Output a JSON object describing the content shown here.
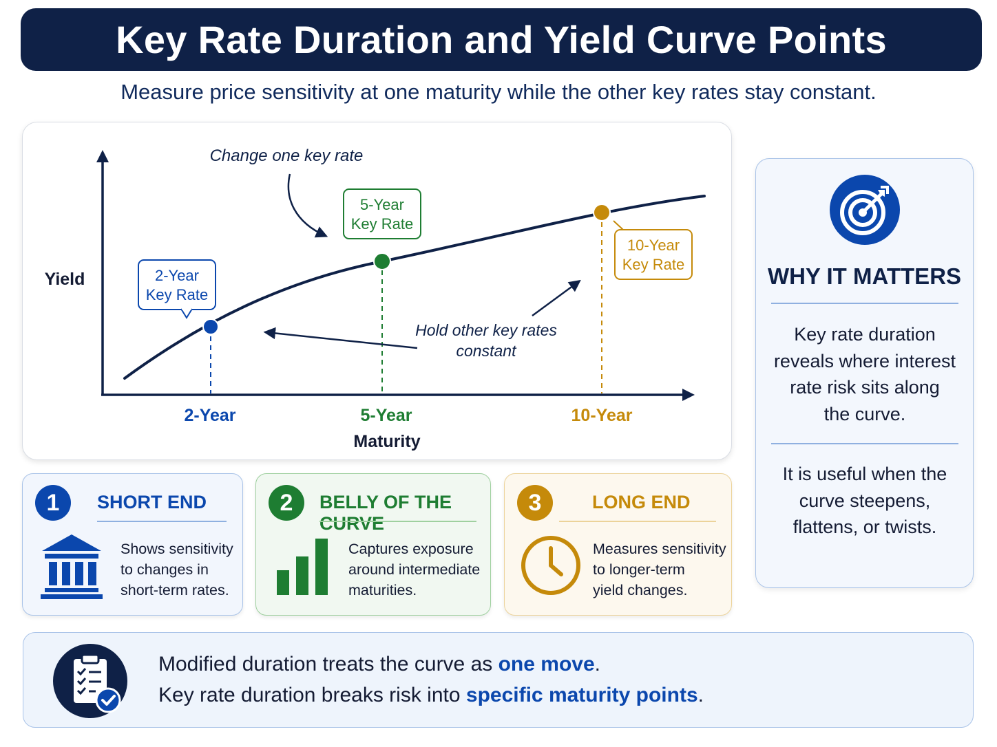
{
  "title": "Key Rate Duration and Yield Curve Points",
  "subtitle": "Measure price sensitivity at one maturity while the other key rates stay constant.",
  "chart": {
    "y_axis_label": "Yield",
    "x_axis_label": "Maturity",
    "ticks": [
      "2-Year",
      "5-Year",
      "10-Year"
    ],
    "callouts": {
      "two_year": [
        "2-Year",
        "Key Rate"
      ],
      "five_year": [
        "5-Year",
        "Key Rate"
      ],
      "ten_year": [
        "10-Year",
        "Key Rate"
      ]
    },
    "annotation_change": "Change one key rate",
    "annotation_hold": [
      "Hold other key rates",
      "constant"
    ],
    "colors": {
      "navy": "#0f2147",
      "blue": "#0b47ad",
      "green": "#1e7d32",
      "gold": "#c58a0a"
    }
  },
  "why": {
    "icon": "target-icon",
    "title": "WHY IT MATTERS",
    "text1": [
      "Key rate duration",
      "reveals where interest",
      "rate risk sits along",
      "the curve."
    ],
    "text2": [
      "It is useful when the",
      "curve steepens,",
      "flattens, or twists."
    ]
  },
  "segments": [
    {
      "number": "1",
      "title": "SHORT END",
      "icon": "bank-icon",
      "color": "#0b47ad",
      "desc": [
        "Shows sensitivity",
        "to changes in",
        "short-term rates."
      ]
    },
    {
      "number": "2",
      "title": "BELLY OF THE CURVE",
      "icon": "bar-chart-icon",
      "color": "#1e7d32",
      "desc": [
        "Captures exposure",
        "around intermediate",
        "maturities."
      ]
    },
    {
      "number": "3",
      "title": "LONG END",
      "icon": "clock-icon",
      "color": "#c58a0a",
      "desc": [
        "Measures sensitivity",
        "to longer-term",
        "yield changes."
      ]
    }
  ],
  "bottom": {
    "icon": "clipboard-check-icon",
    "line1_prefix": "Modified duration treats the curve as ",
    "line1_highlight": "one move",
    "line1_suffix": ".",
    "line2_prefix": "Key rate duration breaks risk into ",
    "line2_highlight": "specific maturity points",
    "line2_suffix": "."
  }
}
